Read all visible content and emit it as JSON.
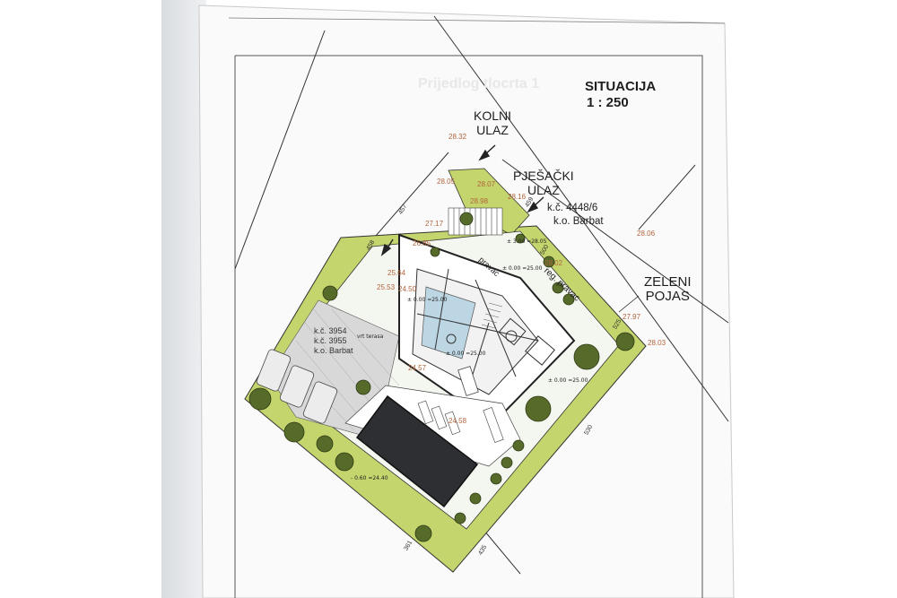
{
  "drawing": {
    "title": "SITUACIJA",
    "scale": "1 : 250",
    "watermark": "Prijedlog tlocrta 1",
    "vehicle_entrance": [
      "KOLNI",
      "ULAZ"
    ],
    "pedestrian_entrance": [
      "PJEŠAČKI",
      "ULAZ"
    ],
    "parcel_label": "k.č. 4448/6",
    "cadastral_label": "k.o. Barbat",
    "green_belt": [
      "ZELENI",
      "POJAS"
    ],
    "regulation_line": "reg. pravac",
    "building_line": "pravac",
    "neighbour_parcel": [
      "k.č. 3954",
      "k.č. 3955",
      "k.o. Barbat"
    ],
    "elevations": [
      "28.32",
      "28.05",
      "28.07",
      "28.98",
      "28.16",
      "27.17",
      "26.85",
      "25.64",
      "25.53",
      "24.50",
      "24.57",
      "28.02",
      "28.06",
      "27.97",
      "28.03",
      "24.58"
    ],
    "dimensions": [
      "457",
      "458",
      "459",
      "500",
      "525",
      "530",
      "435",
      "361"
    ],
    "level_marks": [
      "± 3.00 =28.05",
      "± 0.00 =25.00",
      "± 0.00 =25.00",
      "± 0.00 =25.00",
      "± 0.00 =25.00",
      "- 0.60 =24.40"
    ],
    "room_notes": [
      "vrt terasa"
    ]
  },
  "colors": {
    "grass": "#c3d56c",
    "tree": "#566b2a",
    "pool": "#2d2f33",
    "ink": "#1e1e1e",
    "elevation": "#b3643d"
  }
}
